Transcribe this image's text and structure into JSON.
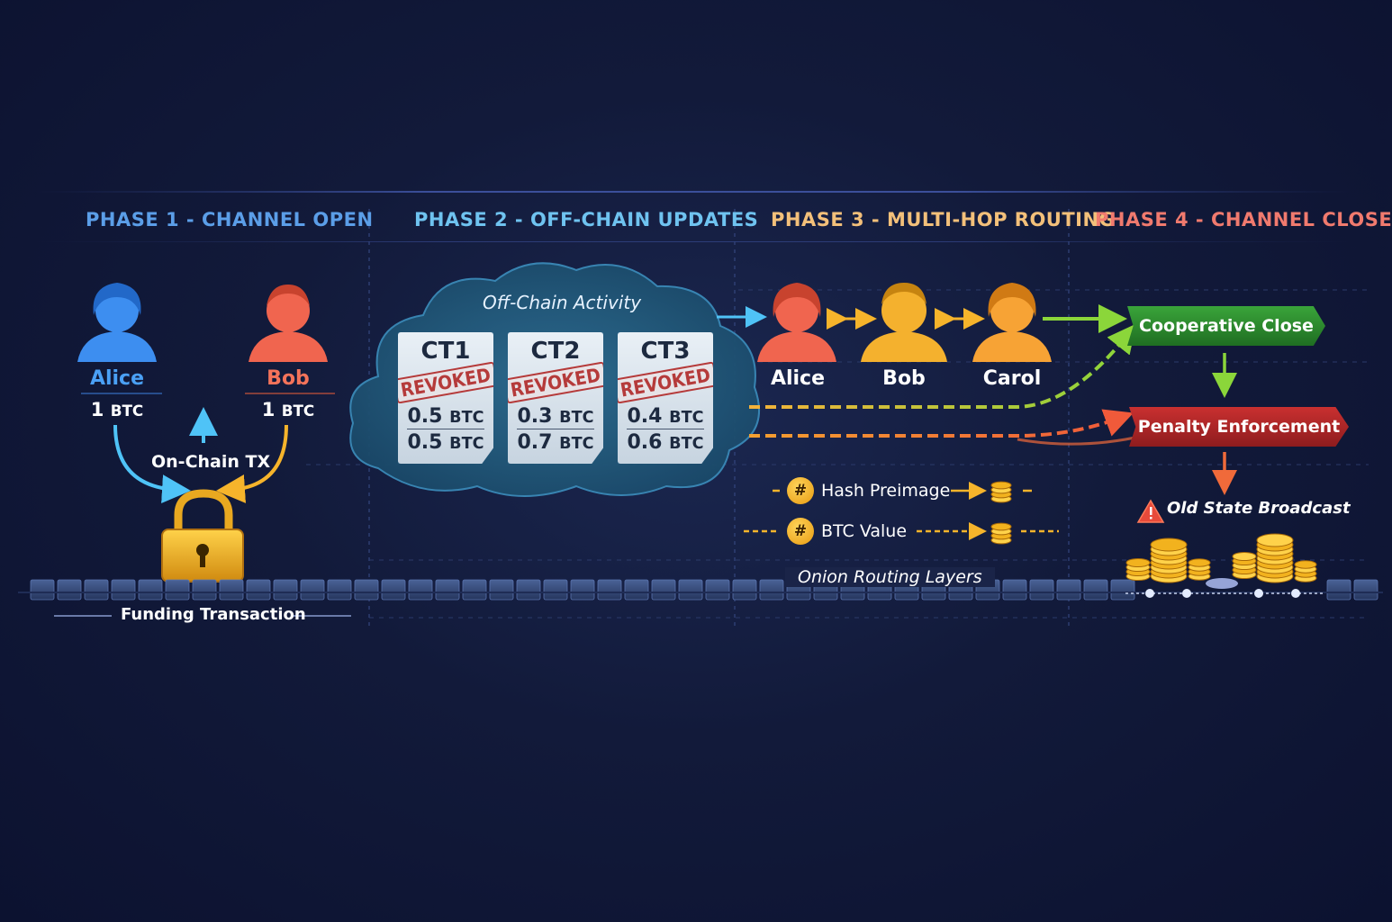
{
  "phases": [
    {
      "label": "PHASE 1 - CHANNEL OPEN",
      "color": "#5b9ee8"
    },
    {
      "label": "PHASE 2 - OFF-CHAIN UPDATES",
      "color": "#6fc3f0"
    },
    {
      "label": "PHASE 3 - MULTI-HOP ROUTING",
      "color": "#f3c07a"
    },
    {
      "label": "PHASE 4 - CHANNEL CLOSE",
      "color": "#f07a6e"
    }
  ],
  "phase1": {
    "alice": {
      "name": "Alice",
      "amount": "1",
      "unit": "BTC",
      "color": "#3d8ef0"
    },
    "bob": {
      "name": "Bob",
      "amount": "1",
      "unit": "BTC",
      "color": "#f0654f"
    },
    "onchain_label": "On-Chain TX",
    "funding_label": "Funding Transaction"
  },
  "phase2": {
    "cloud_label": "Off-Chain Activity",
    "commitments": [
      {
        "title": "CT1",
        "stamp": "REVOKED",
        "top_value": "0.5",
        "bottom_value": "0.5",
        "unit": "BTC"
      },
      {
        "title": "CT2",
        "stamp": "REVOKED",
        "top_value": "0.3",
        "bottom_value": "0.7",
        "unit": "BTC"
      },
      {
        "title": "CT3",
        "stamp": "REVOKED",
        "top_value": "0.4",
        "bottom_value": "0.6",
        "unit": "BTC"
      }
    ]
  },
  "phase3": {
    "nodes": [
      {
        "name": "Alice",
        "color": "#f0654f"
      },
      {
        "name": "Bob",
        "color": "#f4b12e"
      },
      {
        "name": "Carol",
        "color": "#f7a335"
      }
    ],
    "legend": [
      {
        "symbol": "#",
        "label": "Hash Preimage"
      },
      {
        "symbol": "#",
        "label": "BTC Value"
      }
    ],
    "onion_label": "Onion Routing Layers"
  },
  "phase4": {
    "cooperative_label": "Cooperative Close",
    "penalty_label": "Penalty Enforcement",
    "old_state_label": "Old State Broadcast",
    "cooperative_color": "#2d8a2e",
    "penalty_color": "#b5282a"
  }
}
